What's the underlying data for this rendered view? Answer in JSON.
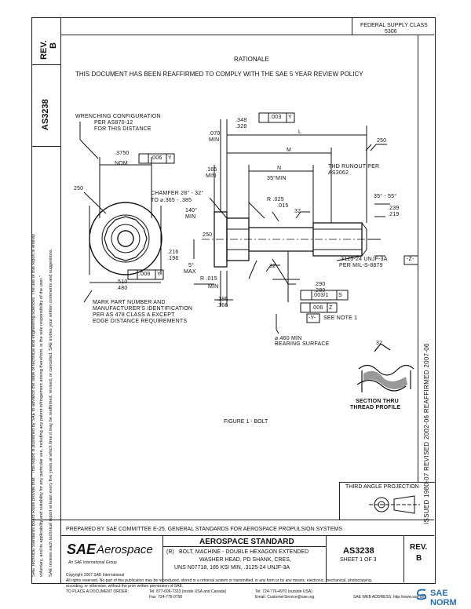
{
  "sidebar": {
    "rev_label": "REV.",
    "rev_value": "B",
    "doc_number": "AS3238",
    "legal_line_1": "SAE Technical Standards Board Rules provide that: \"This report is published by SAE to advance the state of technical and engineering sciences. The use of this report is entirely",
    "legal_line_2": "voluntary, and its applicability and suitability for any particular use, including any patent infringement arising therefrom, is the sole responsibility of the user.\"",
    "legal_line_3": "SAE reviews each technical report at least every five years at which time it may be reaffirmed, revised, or cancelled. SAE invites your written comments and suggestions."
  },
  "header": {
    "supply_class_line1": "FEDERAL SUPPLY CLASS",
    "supply_class_line2": "5306",
    "rationale_title": "RATIONALE",
    "rationale_text": "THIS DOCUMENT HAS BEEN REAFFIRMED TO COMPLY WITH THE SAE 5 YEAR REVIEW POLICY"
  },
  "drawing": {
    "wrenching_1": "WRENCHING CONFIGURATION",
    "wrenching_2": "PER AS870-12",
    "wrenching_3": "FOR THIS DISTANCE",
    "dim_3750": ".3750",
    "dim_nom": "NOM",
    "fc_006_y_top": ".006",
    "fc_y": "Y",
    "dim_348": ".348",
    "dim_328": ".328",
    "fc_003": ".003",
    "dim_070": ".070",
    "min": "MIN",
    "dim_L": "L",
    "dim_M": "M",
    "dim_N": "N",
    "dim_35min": "35°MIN",
    "dim_166": ".166",
    "thd_runout_1": "THD RUNOUT PER",
    "thd_runout_2": "AS3062",
    "angle_250": "250",
    "chamfer_1": "CHAMFER 28° - 32°",
    "chamfer_2": "TO ⌀.365 - .385",
    "dim_r025": "R .025",
    "dim_r015b": ".015",
    "angle_35_55": "35° - 55°",
    "dim_239": ".239",
    "dim_219": ".219",
    "dim_140": "140°",
    "dim_32": "32",
    "dim_216": ".216",
    "dim_196": ".196",
    "dim_5max": "5°",
    "max": "MAX",
    "dim_r015": "R .015",
    "thread_1": ".3125-24 UNJF-3A",
    "thread_2": "PER MIL-S-8879",
    "datum_z": "-Z-",
    "dim_510": ".510",
    "dim_480": ".480",
    "fc_008": ".008",
    "dim_290": ".290",
    "dim_280": ".280",
    "fc_003_1": ".003/1",
    "fc_s": "S",
    "fc_006z": ".006",
    "fc_z": "Z",
    "datum_y": "-Y-",
    "see_note": "SEE NOTE 1",
    "mark_1": "MARK PART NUMBER AND",
    "mark_2": "MANUFACTURER'S IDENTIFICATION",
    "mark_3": "PER AS 478 CLASS A EXCEPT",
    "mark_4": "EDGE DISTANCE REQUIREMENTS",
    "dim_186": ".186",
    "dim_166b": ".166",
    "bearing_1": "⌀.460 MIN",
    "bearing_2": "BEARING SURFACE",
    "section_1": "SECTION THRU",
    "section_2": "THREAD PROFILE",
    "figure_caption": "FIGURE 1 - BOLT"
  },
  "right_margin": {
    "history": "ISSUED 1980-07     REVISED 2002-06     REAFFIRMED 2007-06"
  },
  "projection_box": {
    "title": "THIRD ANGLE PROJECTION"
  },
  "title_block": {
    "prepared_by": "PREPARED BY SAE COMMITTEE E-25, GENERAL STANDARDS FOR AEROSPACE PROPULSION SYSTEMS",
    "logo_sae": "SAE",
    "logo_aerospace": "Aerospace",
    "logo_tagline": "An SAE International Group",
    "standard_title": "AEROSPACE STANDARD",
    "code_r": "(R)",
    "desc_1": "BOLT, MACHINE - DOUBLE HEXAGON EXTENDED",
    "desc_2": "WASHER HEAD, PD SHANK, CRES,",
    "desc_3": "UNS N07718, 185 KSI MIN, .3125-24 UNJF-3A",
    "doc_number": "AS3238",
    "sheet": "SHEET 1 OF 3",
    "rev_label": "REV.",
    "rev_value": "B"
  },
  "footer": {
    "copyright": "Copyright 2007 SAE International",
    "rights": "All rights reserved. No part of this publication may be reproduced, stored in a retrieval system or transmitted, in any form or by any means, electronic, mechanical, photocopying,",
    "rights_2": "recording, or otherwise, without the prior written permission of SAE.",
    "order_label": "TO PLACE A DOCUMENT ORDER:",
    "tel_1": "Tel: 877-606-7323 (inside USA and Canada)",
    "tel_2": "Tel: 724-776-4970 (outside USA)",
    "fax": "Fax: 724-776-0790",
    "email": "Email: CustomerService@sae.org",
    "web": "SAE WEB ADDRESS: http://www.sae.org",
    "watermark": "SAE NORM"
  }
}
